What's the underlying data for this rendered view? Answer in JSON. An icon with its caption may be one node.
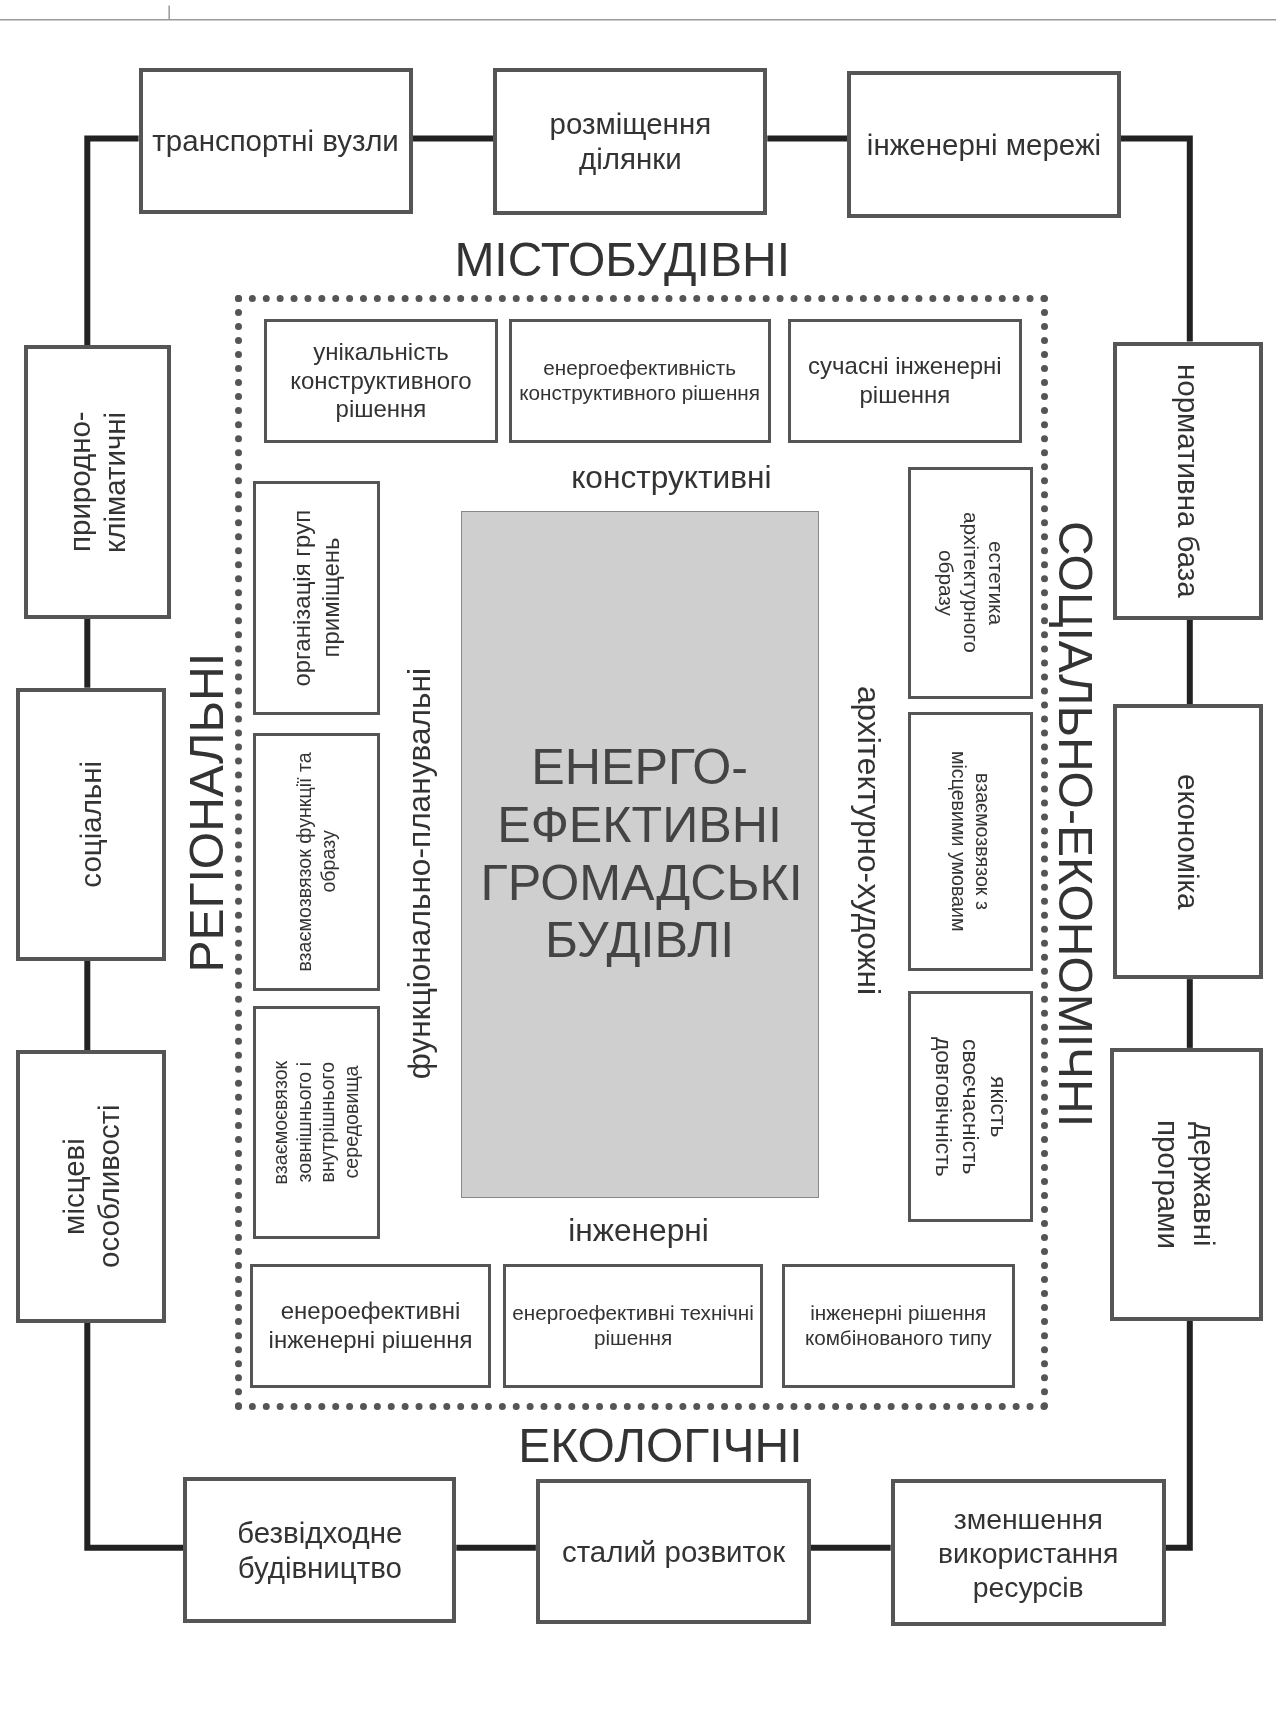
{
  "diagram": {
    "nodes": [
      {
        "text": [
          "транспортні вузли"
        ]
      },
      {
        "text": [
          "розміщення ділянки"
        ]
      },
      {
        "text": [
          "інженерні мережі"
        ]
      },
      {
        "text": [
          "нормативна база"
        ]
      },
      {
        "text": [
          "економіка"
        ]
      },
      {
        "text": [
          "державні програми"
        ]
      },
      {
        "text": [
          "зменшення використання ресурсів"
        ]
      },
      {
        "text": [
          "сталий розвиток"
        ]
      },
      {
        "text": [
          "безвідходне будівництво"
        ]
      },
      {
        "text": [
          "місцеві особливості"
        ]
      },
      {
        "text": [
          "соціальні"
        ]
      },
      {
        "text": [
          "природно-кліматичні"
        ]
      },
      {
        "text": [],
        "shape": "box"
      },
      {
        "text": [
          "унікальність конструктивного рішення"
        ],
        "in": 12
      },
      {
        "text": [
          "енергоефективність конструктивного рішення"
        ],
        "in": 12
      },
      {
        "text": [
          "сучасні інженерні рішення"
        ],
        "in": 12
      },
      {
        "text": [
          "організація груп приміщень"
        ],
        "in": 12
      },
      {
        "text": [
          "ЕНЕРГО- ЕФЕКТИВНІ ГРОМАДСЬКІ БУДІВЛІ"
        ],
        "in": 12
      },
      {
        "text": [
          "естетика архітектурного образу"
        ],
        "in": 12
      },
      {
        "text": [
          "взаємозвязок функції та образу"
        ],
        "in": 12
      },
      {
        "text": [
          "взаємозвязок з місцевими умоваим"
        ],
        "in": 12
      },
      {
        "text": [
          "взаємоєвязок зовнішнього і внутрішнього середовища"
        ],
        "in": 12
      },
      {
        "text": [
          "якість своєчасність довговічність"
        ],
        "in": 12
      },
      {
        "text": [
          "енероефективні інженерні рішення"
        ],
        "in": 12
      },
      {
        "text": [
          "енергоефективні технічні рішення"
        ],
        "in": 12
      },
      {
        "text": [
          "інженерні рішення комбінованого типу"
        ],
        "in": 12
      }
    ],
    "edges": [
      {
        "from": 0,
        "to": 1,
        "arrow": "none"
      },
      {
        "from": 1,
        "to": 2,
        "arrow": "none"
      },
      {
        "from": 2,
        "to": 3,
        "arrow": "none"
      },
      {
        "from": 3,
        "to": 4,
        "arrow": "none"
      },
      {
        "from": 4,
        "to": 5,
        "arrow": "none"
      },
      {
        "from": 5,
        "to": 6,
        "arrow": "none"
      },
      {
        "from": 6,
        "to": 7,
        "arrow": "none"
      },
      {
        "from": 7,
        "to": 8,
        "arrow": "none"
      },
      {
        "from": 8,
        "to": 9,
        "arrow": "none"
      },
      {
        "from": 9,
        "to": 10,
        "arrow": "none"
      },
      {
        "from": 10,
        "to": 11,
        "arrow": "none"
      },
      {
        "from": 11,
        "to": 0,
        "arrow": "none"
      }
    ],
    "labels": [
      "МІСТОБУДІВНІ",
      "конструктивні",
      "РЕГІОНАЛЬНІ",
      "функціонально-планувальні",
      "архітектурно-художні",
      "СОЦІАЛЬНО-ЕКОНОМІЧНІ",
      "інженерні",
      "ЕКОЛОГІЧНІ"
    ]
  }
}
